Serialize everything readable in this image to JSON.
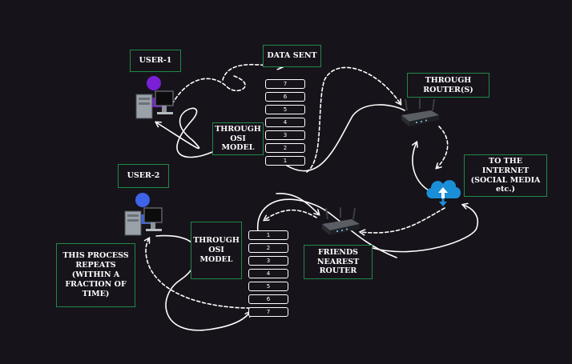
{
  "labels": {
    "user1": "USER-1",
    "user2": "USER-2",
    "data_sent": "DATA SENT",
    "through_routers": "THROUGH\nROUTER(S)",
    "osi_top": "THROUGH\nOSI MODEL",
    "osi_bottom": "THROUGH\nOSI MODEL",
    "internet": "TO THE INTERNET\n(SOCIAL MEDIA etc.)",
    "friends_router": "FRIENDS\nNEAREST\nROUTER",
    "process_repeats": "THIS PROCESS\nREPEATS (WITHIN A\nFRACTION OF TIME)"
  },
  "osi_stack_top": [
    "7",
    "6",
    "5",
    "4",
    "3",
    "2",
    "1"
  ],
  "osi_stack_bottom": [
    "1",
    "2",
    "3",
    "4",
    "5",
    "6",
    "7"
  ],
  "icons": {
    "user1": "user-computer-icon",
    "user2": "user-computer-icon",
    "router_top": "router-icon",
    "router_bottom": "router-icon",
    "cloud": "cloud-upload-icon"
  },
  "colors": {
    "background": "#17131a",
    "box_border": "#1e8a47",
    "user1_accent": "#7a1fd6",
    "user2_accent": "#3d63e8",
    "cloud": "#1a8fd8"
  }
}
